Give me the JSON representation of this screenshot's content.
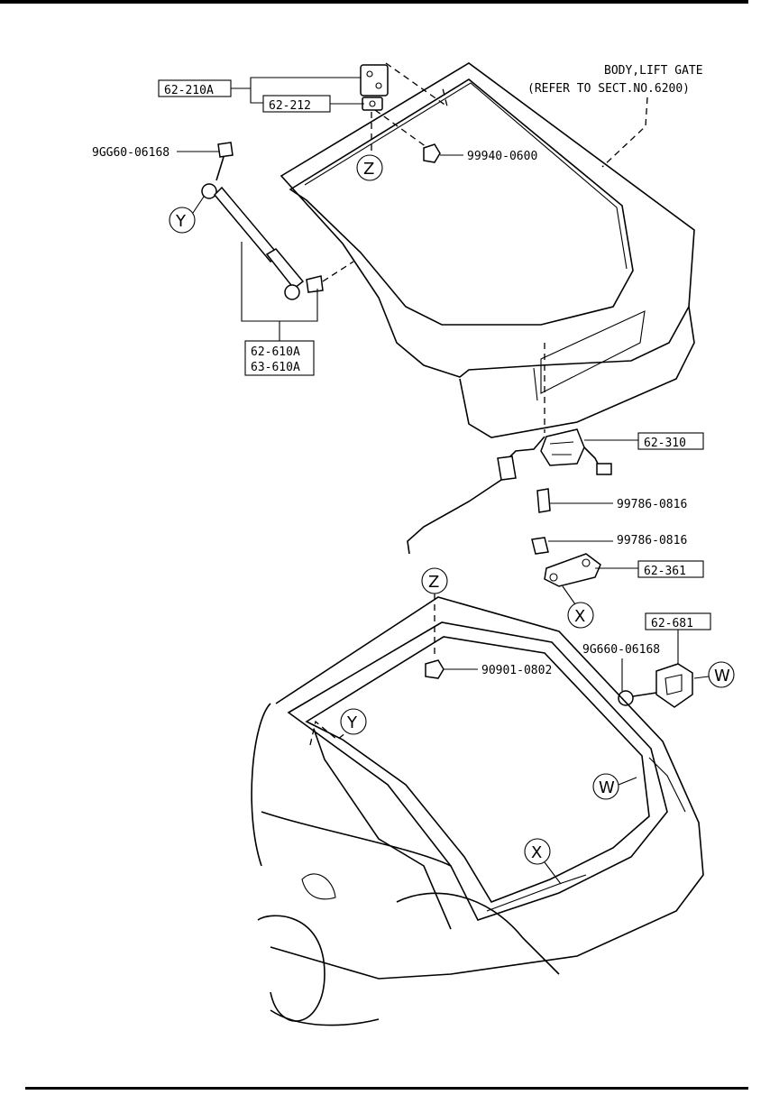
{
  "title": {
    "line1": "BODY,LIFT GATE",
    "line2": "(REFER TO SECT.NO.6200)"
  },
  "part_numbers": {
    "hinge_a": "62-210A",
    "hinge_b": "62-212",
    "damper_a": "62-610A",
    "damper_b": "63-610A",
    "lock": "62-310",
    "striker": "62-361",
    "stopper": "62-681"
  },
  "fasteners": {
    "bolt_damper": "9GG60-06168",
    "nut_hinge": "99940-0600",
    "bolt_lock": "99786-0816",
    "bolt_striker": "99786-0816",
    "bolt_stopper": "9G660-06168",
    "nut_body": "90901-0802"
  },
  "callouts": {
    "w": "W",
    "x": "X",
    "y": "Y",
    "z": "Z"
  }
}
